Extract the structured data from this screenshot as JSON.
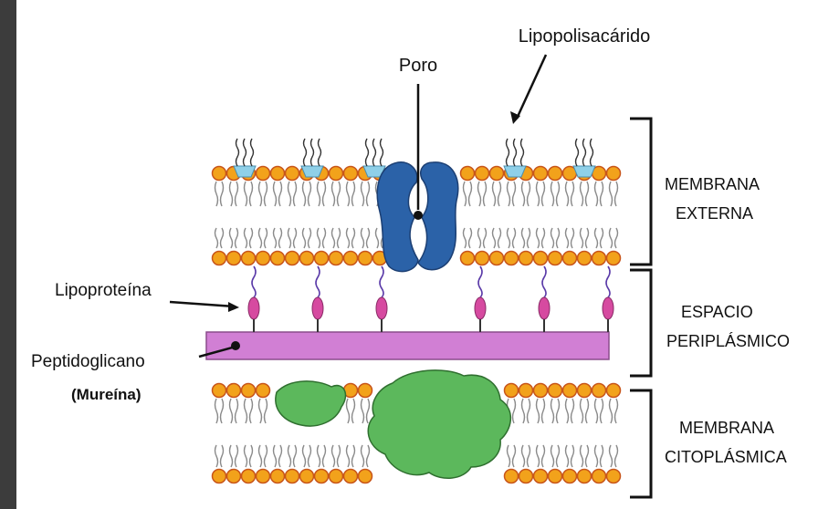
{
  "labels": {
    "poro": "Poro",
    "lipopolisacarido": "Lipopolisacárido",
    "lipoproteina": "Lipoproteína",
    "peptidoglicano": "Peptidoglicano",
    "mureina": "(Mureína)",
    "membrana_externa": [
      "MEMBRANA",
      "EXTERNA"
    ],
    "espacio_periplasmico": [
      "ESPACIO",
      "PERIPLÁSMICO"
    ],
    "membrana_citoplasmica": [
      "MEMBRANA",
      "CITOPLÁSMICA"
    ]
  },
  "colors": {
    "background_frame": "#3c3c3c",
    "phospholipid_head": "#f2a21b",
    "phospholipid_head_dark": "#c8551a",
    "phospholipid_tail": "#8a8a8a",
    "porin": "#2b62a8",
    "lps_base": "#8fd0e8",
    "peptidoglycan": "#d17fd4",
    "lipoprotein": "#d64aa0",
    "lipoprotein_link": "#5a3aa8",
    "membrane_protein": "#5cb85c"
  }
}
